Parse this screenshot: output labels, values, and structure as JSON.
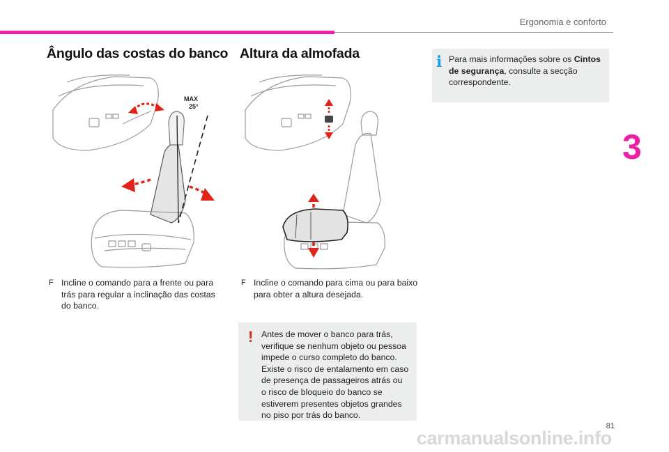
{
  "header": {
    "section_title": "Ergonomia e conforto",
    "chapter_number": "3"
  },
  "left_column": {
    "heading": "Ângulo das costas do banco",
    "illustration": {
      "icon": "seat-backrest-angle-illustration",
      "max_label": "MAX",
      "angle_label": "25°"
    },
    "bullet_marker": "F",
    "bullet_text": "Incline o comando para a frente ou para trás para regular a inclinação das costas do banco."
  },
  "middle_column": {
    "heading": "Altura da almofada",
    "illustration": {
      "icon": "seat-cushion-height-illustration"
    },
    "bullet_marker": "F",
    "bullet_text": "Incline o comando para cima ou para baixo para obter a altura desejada.",
    "warning": {
      "icon": "warning-exclamation-icon",
      "icon_glyph": "!",
      "text": "Antes de mover o banco para trás, verifique se nenhum objeto ou pessoa impede o curso completo do banco. Existe o risco de entalamento em caso de presença de passageiros atrás ou o risco de bloqueio do banco se estiverem presentes objetos grandes no piso por trás do banco."
    }
  },
  "right_column": {
    "info": {
      "icon": "info-icon",
      "icon_glyph": "i",
      "text_before": "Para mais informações sobre os ",
      "text_bold": "Cintos de segurança",
      "text_after": ", consulte a secção correspondente."
    }
  },
  "footer": {
    "page_number": "81",
    "watermark": "carmanualsonline.info"
  },
  "colors": {
    "accent_pink": "#ee1fa5",
    "arrow_red": "#e2231a",
    "info_blue": "#1ea0e0",
    "box_gray": "#eceeee"
  }
}
